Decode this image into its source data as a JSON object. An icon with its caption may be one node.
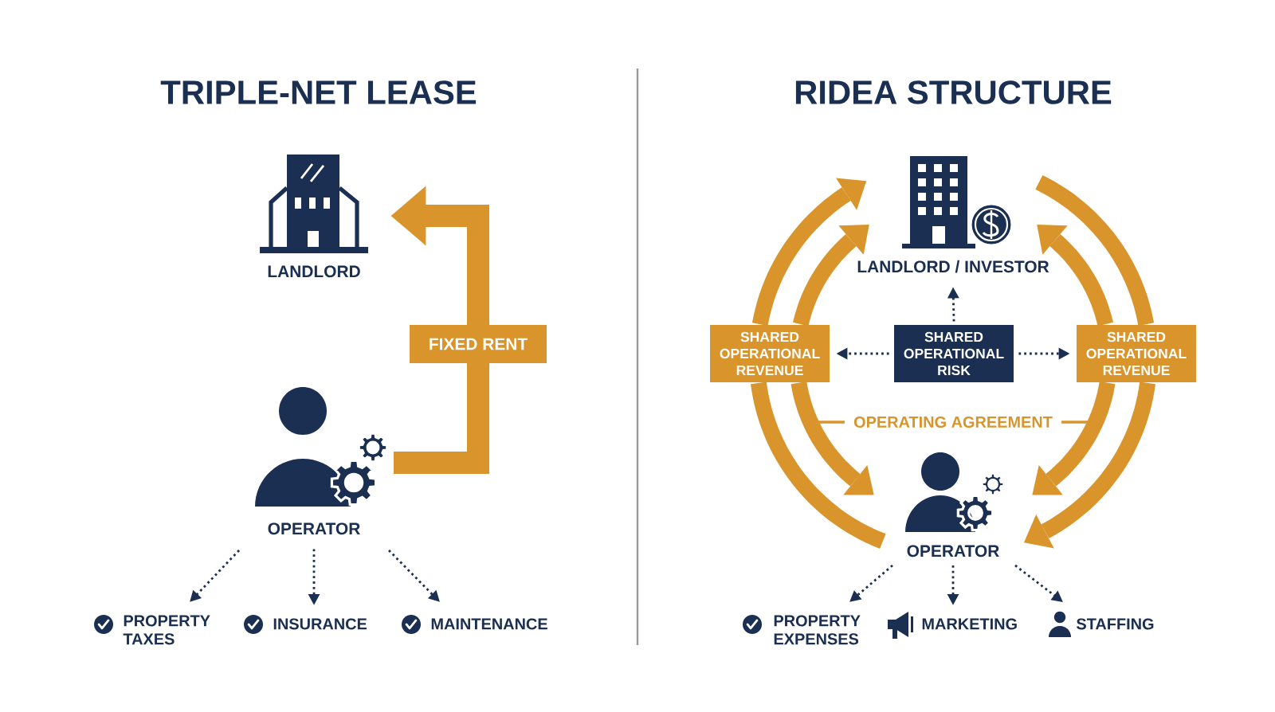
{
  "diagram": {
    "nodes": [
      {
        "text": [
          "LANDLORD"
        ]
      },
      {
        "text": [
          "OPERATOR"
        ]
      },
      {
        "text": [
          "PROPERTY TAXES"
        ]
      },
      {
        "text": [
          "INSURANCE"
        ]
      },
      {
        "text": [
          "MAINTENANCE"
        ]
      },
      {
        "text": [
          "LANDLORD / INVESTOR"
        ]
      },
      {
        "text": [
          "SHARED OPERATIONAL REVENUE"
        ]
      },
      {
        "text": [
          "SHARED OPERATIONAL RISK"
        ]
      },
      {
        "text": [
          "SHARED OPERATIONAL REVENUE"
        ]
      },
      {
        "text": [
          "OPERATOR"
        ]
      },
      {
        "text": [
          "PROPERTY EXPENSES"
        ]
      },
      {
        "text": [
          "MARKETING"
        ]
      },
      {
        "text": [
          "STAFFING"
        ]
      }
    ],
    "edges": [
      {
        "from": 1,
        "to": 0,
        "arrow": "to",
        "label": "FIXED RENT",
        "style": "thick",
        "color": "#d9952b"
      },
      {
        "from": 1,
        "to": 2,
        "arrow": "to",
        "style": "dashed",
        "color": "#1b2f52"
      },
      {
        "from": 1,
        "to": 3,
        "arrow": "to",
        "style": "dashed",
        "color": "#1b2f52"
      },
      {
        "from": 1,
        "to": 4,
        "arrow": "to",
        "style": "dashed",
        "color": "#1b2f52"
      },
      {
        "from": 7,
        "to": 5,
        "arrow": "to",
        "style": "dashed",
        "color": "#1b2f52"
      },
      {
        "from": 7,
        "to": 6,
        "arrow": "to",
        "style": "dashed",
        "color": "#1b2f52"
      },
      {
        "from": 7,
        "to": 8,
        "arrow": "to",
        "style": "dashed",
        "color": "#1b2f52"
      },
      {
        "from": 9,
        "to": 6,
        "arrow": "none",
        "style": "thick",
        "color": "#d9952b"
      },
      {
        "from": 6,
        "to": 5,
        "arrow": "to",
        "style": "thick",
        "color": "#d9952b"
      },
      {
        "from": 6,
        "to": 5,
        "arrow": "to",
        "style": "thick",
        "color": "#d9952b"
      },
      {
        "from": 6,
        "to": 9,
        "arrow": "to",
        "style": "thick",
        "color": "#d9952b"
      },
      {
        "from": 5,
        "to": 8,
        "arrow": "none",
        "style": "thick",
        "color": "#d9952b"
      },
      {
        "from": 8,
        "to": 9,
        "arrow": "to",
        "style": "thick",
        "color": "#d9952b"
      },
      {
        "from": 8,
        "to": 5,
        "arrow": "to",
        "style": "thick",
        "color": "#d9952b"
      },
      {
        "from": 8,
        "to": 9,
        "arrow": "to",
        "style": "thick",
        "color": "#d9952b"
      },
      {
        "from": 9,
        "to": 10,
        "arrow": "to",
        "style": "dashed",
        "color": "#1b2f52"
      },
      {
        "from": 9,
        "to": 11,
        "arrow": "to",
        "style": "dashed",
        "color": "#1b2f52"
      },
      {
        "from": 9,
        "to": 12,
        "arrow": "to",
        "style": "dashed",
        "color": "#1b2f52"
      }
    ],
    "labels": [
      "TRIPLE-NET LEASE",
      "RIDEA STRUCTURE",
      "OPERATING AGREEMENT"
    ]
  }
}
